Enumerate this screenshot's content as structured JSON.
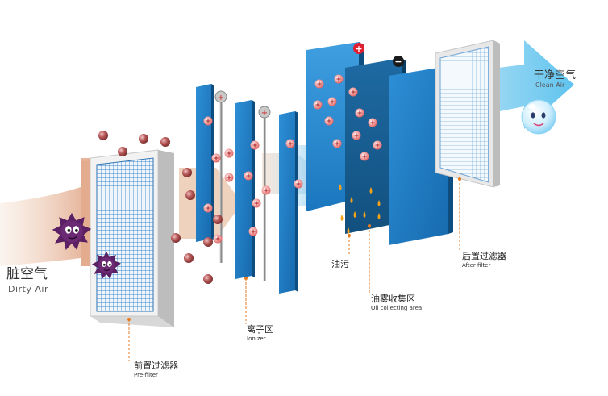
{
  "dirty_air": {
    "zh": "脏空气",
    "en": "Dirty Air"
  },
  "clean_air": {
    "zh": "干净空气",
    "en": "Clean Air"
  },
  "pre_filter": {
    "zh": "前置过滤器",
    "en": "Pre-filter"
  },
  "ionizer": {
    "zh": "离子区",
    "en": "Ionizer"
  },
  "oil_stain": {
    "zh": "油污"
  },
  "oil_collecting": {
    "zh": "油雾收集区",
    "en": "Oil collecting area"
  },
  "after_filter": {
    "zh": "后置过滤器",
    "en": "After filter"
  },
  "electrodes": {
    "plus": "+",
    "minus": "−"
  },
  "colors": {
    "panel_blue": "#1f7fc8",
    "panel_dark": "#1a5f95",
    "leader_orange": "#e87a1e",
    "particle": "#a04848",
    "germ": "#5b1f63",
    "plus_red": "#e02030"
  }
}
